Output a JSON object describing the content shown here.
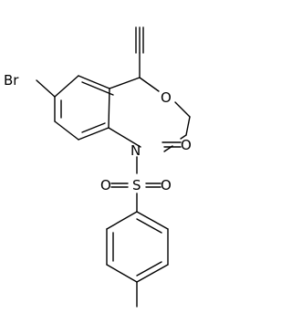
{
  "molecule": {
    "atoms": {
      "br": "Br",
      "o_ring": "O",
      "o_carbonyl": "O",
      "n": "N",
      "s": "S",
      "o_s_left": "O",
      "o_s_right": "O"
    }
  }
}
